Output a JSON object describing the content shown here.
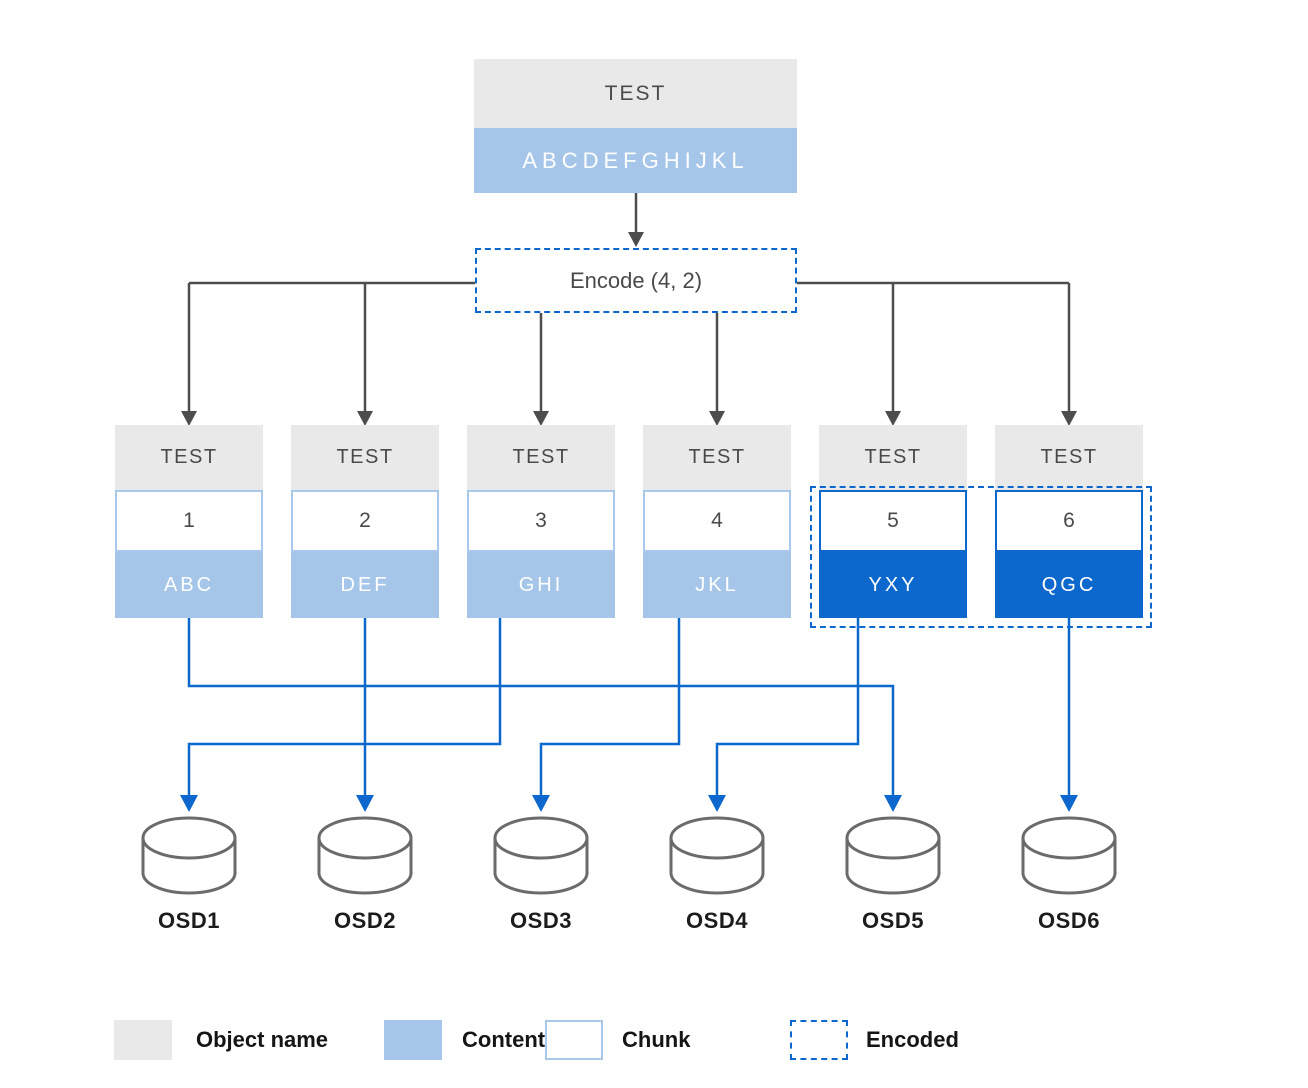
{
  "object": {
    "title": "TEST",
    "content": "ABCDEFGHIJKL"
  },
  "encode": {
    "label": "Encode (4, 2)"
  },
  "chunks": [
    {
      "title": "TEST",
      "number": "1",
      "content": "ABC",
      "encoded": false
    },
    {
      "title": "TEST",
      "number": "2",
      "content": "DEF",
      "encoded": false
    },
    {
      "title": "TEST",
      "number": "3",
      "content": "GHI",
      "encoded": false
    },
    {
      "title": "TEST",
      "number": "4",
      "content": "JKL",
      "encoded": false
    },
    {
      "title": "TEST",
      "number": "5",
      "content": "YXY",
      "encoded": true
    },
    {
      "title": "TEST",
      "number": "6",
      "content": "QGC",
      "encoded": true
    }
  ],
  "osds": [
    "OSD1",
    "OSD2",
    "OSD3",
    "OSD4",
    "OSD5",
    "OSD6"
  ],
  "connections": [
    {
      "chunk": "1",
      "content": "ABC",
      "osd": "OSD5"
    },
    {
      "chunk": "2",
      "content": "DEF",
      "osd": "OSD2"
    },
    {
      "chunk": "3",
      "content": "GHI",
      "osd": "OSD1"
    },
    {
      "chunk": "4",
      "content": "JKL",
      "osd": "OSD3"
    },
    {
      "chunk": "5",
      "content": "YXY",
      "osd": "OSD4"
    },
    {
      "chunk": "6",
      "content": "QGC",
      "osd": "OSD6"
    }
  ],
  "legend": [
    {
      "label": "Object name",
      "swatch": "gray-fill"
    },
    {
      "label": "Content",
      "swatch": "light-blue-fill"
    },
    {
      "label": "Chunk",
      "swatch": "white-blue-border"
    },
    {
      "label": "Encoded",
      "swatch": "blue-dashed-border"
    }
  ],
  "colors": {
    "object_name_fill": "#E9E9E9",
    "content_fill": "#A6C6E9",
    "encoded_fill": "#0C68CC",
    "connector_blue": "#0C68CC",
    "connector_gray": "#4D4D4D"
  }
}
